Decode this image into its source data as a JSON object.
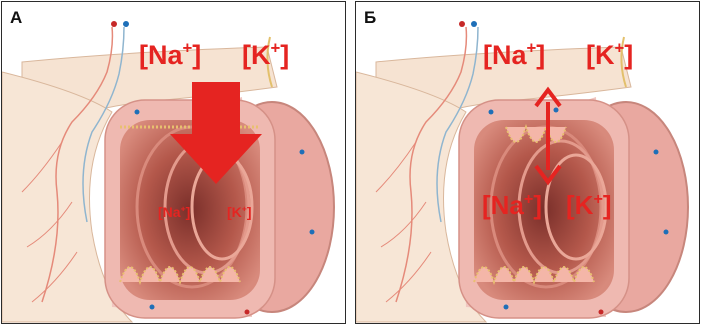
{
  "panels": [
    {
      "letter": "А",
      "outer": {
        "na": "[Na",
        "na_charge": "+",
        "k": "[K",
        "k_charge": "+",
        "close": "]"
      },
      "inner": {
        "na": "[Na",
        "na_charge": "+",
        "k": "[K",
        "k_charge": "+",
        "close": "]"
      },
      "arrow": "down-block-arrow"
    },
    {
      "letter": "Б",
      "outer": {
        "na": "[Na",
        "na_charge": "+",
        "k": "[K",
        "k_charge": "+",
        "close": "]"
      },
      "inner": {
        "na": "[Na",
        "na_charge": "+",
        "k": "[K",
        "k_charge": "+",
        "close": "]"
      },
      "arrow": "double-headed-arrow"
    }
  ],
  "colors": {
    "ion_text": "#e52421",
    "arrow": "#e52421",
    "tissue": "#f3dcc8",
    "lumen": "#c46f60"
  }
}
